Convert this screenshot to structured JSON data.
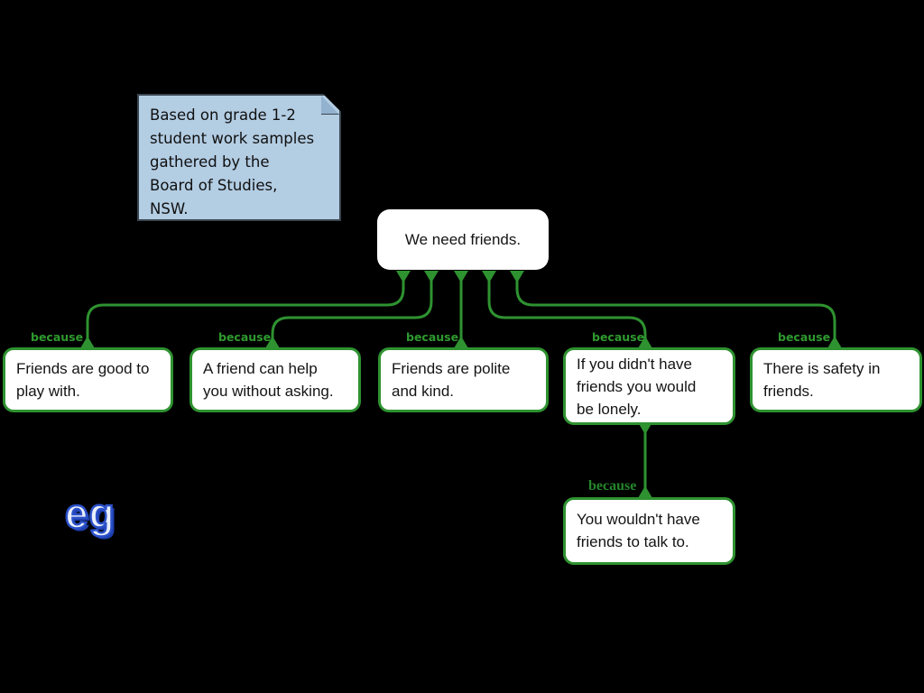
{
  "colors": {
    "background": "#000000",
    "connector_green": "#2e9230",
    "node_fill": "#ffffff",
    "node_border": "#2e9230",
    "note_background": "#b3cde3",
    "note_border": "#3a4550",
    "because_label_green": "#2f9a2f",
    "eg_fill": "#e9f0fb",
    "eg_outline": "#2b50c8"
  },
  "note": {
    "text": "Based on grade 1-2\nstudent work samples\ngathered by the\nBoard of Studies,\nNSW."
  },
  "root": {
    "text": "We need friends."
  },
  "reasons": [
    {
      "label": "because",
      "text": "Friends are good to\nplay with."
    },
    {
      "label": "because",
      "text": "A friend can help\nyou without asking."
    },
    {
      "label": "because",
      "text": "Friends are polite\nand kind."
    },
    {
      "label": "because",
      "text": "If you didn't have\nfriends you would\nbe lonely."
    },
    {
      "label": "because",
      "text": "There is safety in\nfriends."
    }
  ],
  "sub_reason": {
    "label": "because",
    "text": "You wouldn't have\nfriends to talk to.",
    "parent_index": 3
  },
  "eg_label": "eg"
}
